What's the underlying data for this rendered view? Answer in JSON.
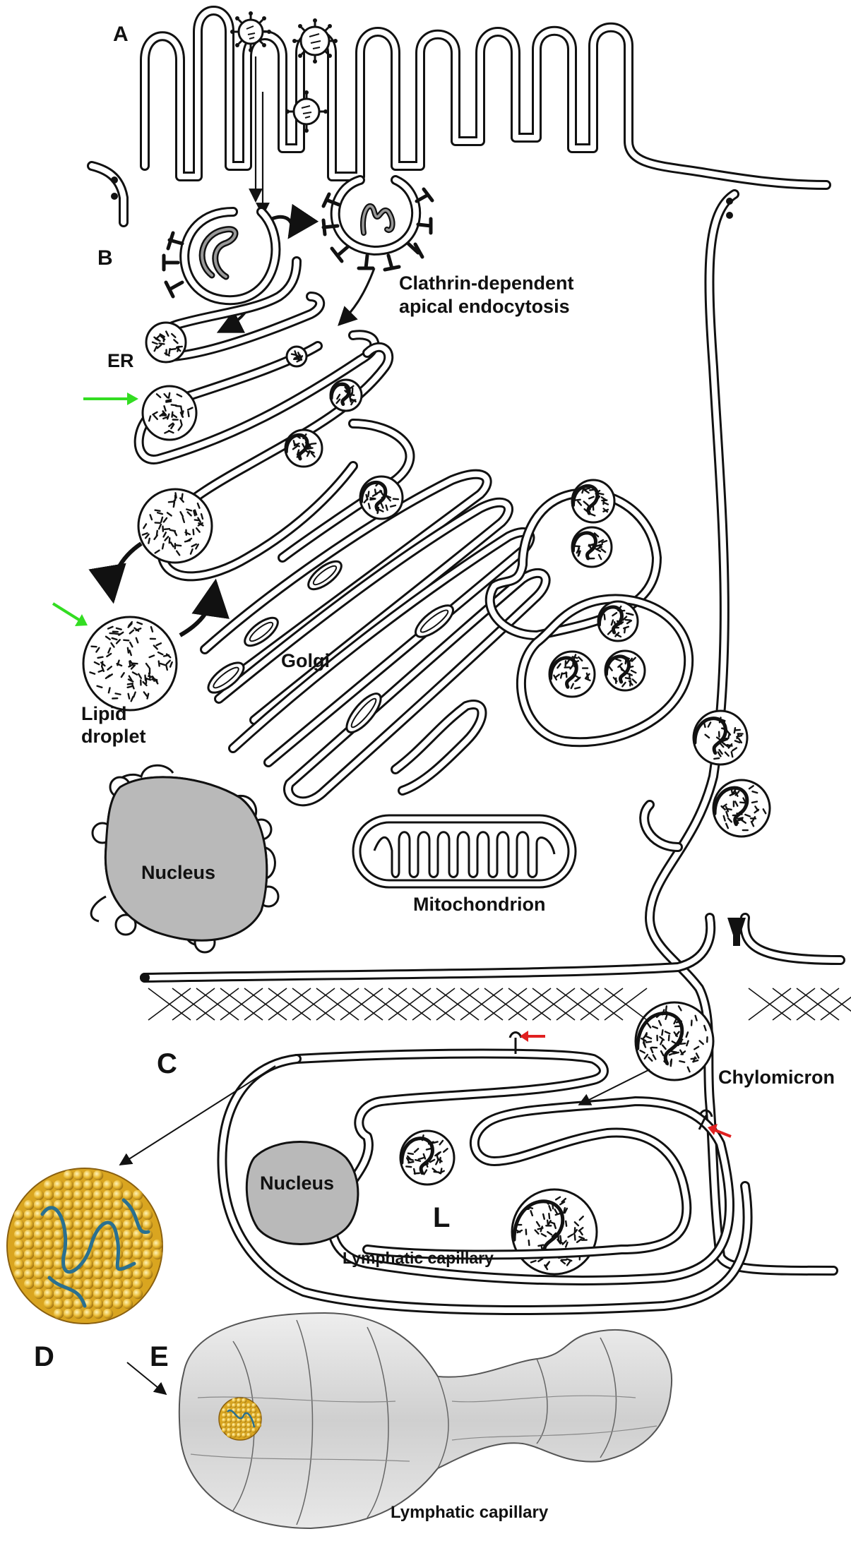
{
  "figure": {
    "panel_labels": {
      "a": "A",
      "b": "B",
      "c": "C",
      "d": "D",
      "e": "E",
      "l": "L"
    },
    "labels": {
      "endocytosis_line1": "Clathrin-dependent",
      "endocytosis_line2": "apical endocytosis",
      "er": "ER",
      "golgi": "Golgi",
      "lipid_line1": "Lipid",
      "lipid_line2": "droplet",
      "nucleus_cell": "Nucleus",
      "mitochondrion": "Mitochondrion",
      "chylomicron": "Chylomicron",
      "nucleus_lymph": "Nucleus",
      "lymphatic_capillary_c": "Lymphatic capillary",
      "lymphatic_capillary_e": "Lymphatic capillary"
    },
    "colors": {
      "ink": "#111111",
      "nucleus_fill": "#b9b9b9",
      "green_arrow": "#33dd22",
      "red_arrow": "#e02020",
      "particle_gold": "#e8b830",
      "apoprotein_blue": "#2a7090",
      "capillary_shade": "#d6d6d6"
    },
    "icons": {
      "green_arrow": "right-arrow",
      "red_arrow": "left-arrow",
      "virus": "virus-particle"
    }
  }
}
